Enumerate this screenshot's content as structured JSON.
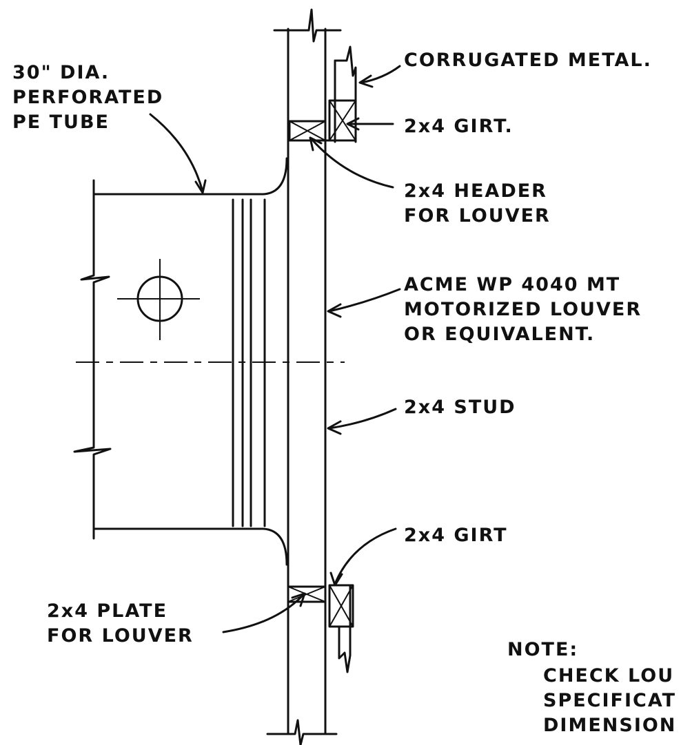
{
  "labels": {
    "tube": [
      "30\" DIA.",
      "PERFORATED",
      "PE TUBE"
    ],
    "corrugated": "CORRUGATED METAL.",
    "girt_top": "2x4 GIRT.",
    "header": [
      "2x4 HEADER",
      "FOR LOUVER"
    ],
    "louver": [
      "ACME WP 4040 MT",
      "MOTORIZED LOUVER",
      "OR EQUIVALENT."
    ],
    "stud": "2x4 STUD",
    "girt_bottom": "2x4 GIRT",
    "plate": [
      "2x4 PLATE",
      "FOR LOUVER"
    ],
    "note": [
      "NOTE:",
      "CHECK LOU",
      "SPECIFICAT",
      "DIMENSION"
    ]
  }
}
